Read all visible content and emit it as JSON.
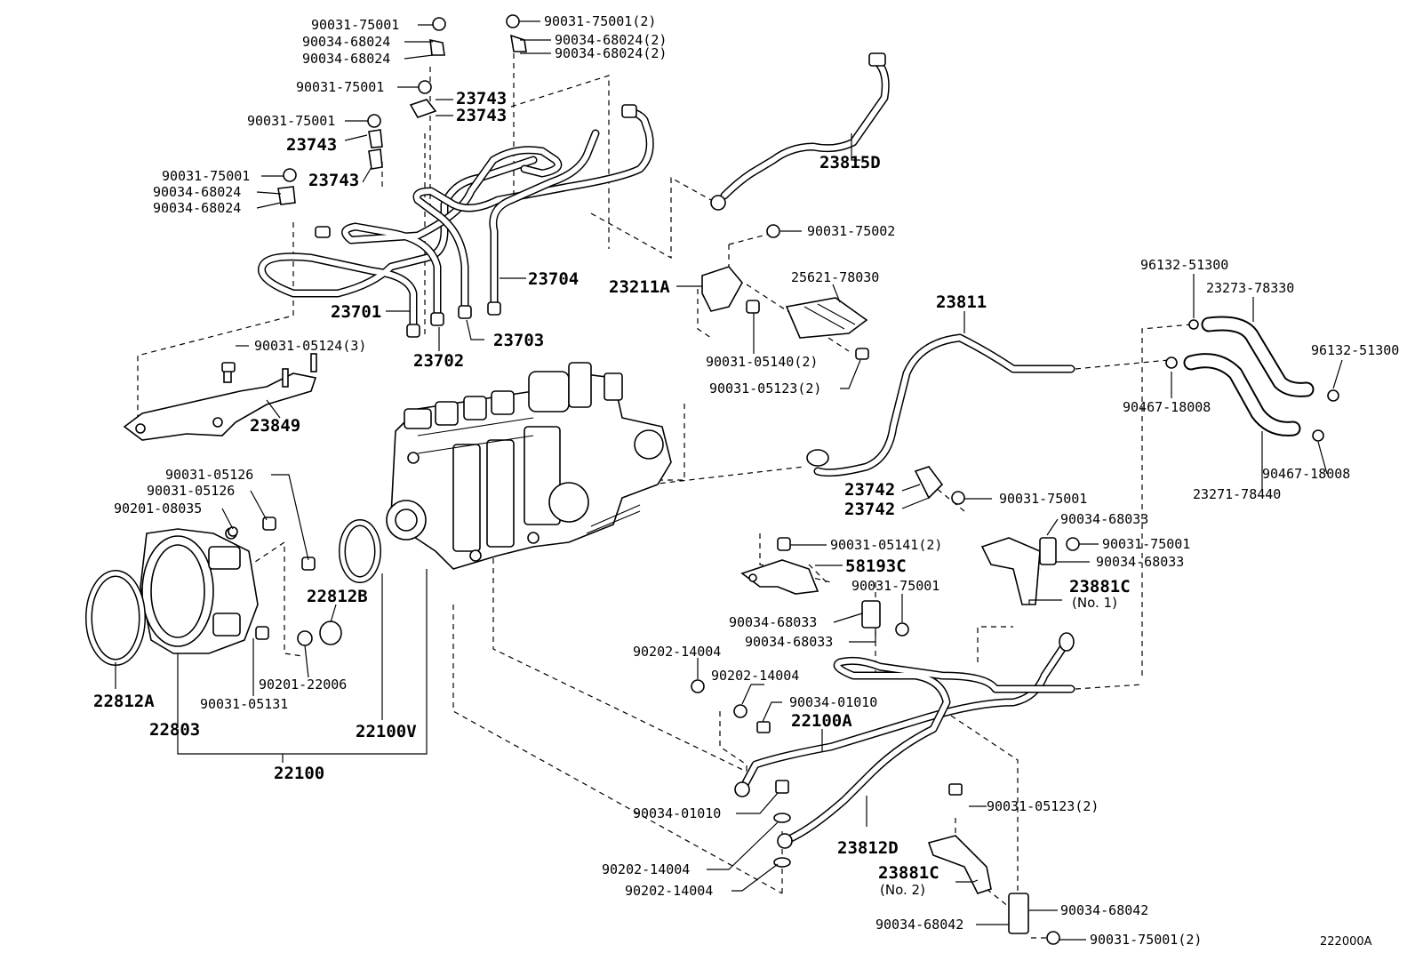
{
  "footer_code": "222000A",
  "labels": {
    "l01": "90031-75001",
    "l02": "90034-68024",
    "l03": "90034-68024",
    "l04": "90031-75001(2)",
    "l05": "90034-68024(2)",
    "l06": "90034-68024(2)",
    "l07": "90031-75001",
    "l08": "23743",
    "l09": "23743",
    "l10": "90031-75001",
    "l11": "23743",
    "l12": "90031-75001",
    "l13": "23743",
    "l14": "90034-68024",
    "l15": "90034-68024",
    "l16": "23815D",
    "l17": "90031-75002",
    "l18": "23704",
    "l19": "23211A",
    "l20": "25621-78030",
    "l21": "23701",
    "l22": "23702",
    "l23": "23703",
    "l24": "90031-05124(3)",
    "l25": "23811",
    "l26": "96132-51300",
    "l27": "23273-78330",
    "l28": "96132-51300",
    "l29": "90031-05140(2)",
    "l30": "90031-05123(2)",
    "l31": "90467-18008",
    "l32": "23849",
    "l33": "90031-05126",
    "l34": "90031-05126",
    "l35": "90201-08035",
    "l36": "23742",
    "l37": "23742",
    "l38": "90031-75001",
    "l39": "90467-18008",
    "l40": "23271-78440",
    "l41": "90034-68033",
    "l42": "90031-75001",
    "l43": "90034-68033",
    "l44": "90031-05141(2)",
    "l45": "58193C",
    "l46": "22812B",
    "l47": "90031-75001",
    "l48": "23881C",
    "l49": "(No. 1)",
    "l50": "90034-68033",
    "l51": "90034-68033",
    "l52": "90202-14004",
    "l53": "90202-14004",
    "l54": "90201-22006",
    "l55": "90034-01010",
    "l56": "22812A",
    "l57": "90031-05131",
    "l58": "22100A",
    "l59": "22803",
    "l60": "22100V",
    "l61": "22100",
    "l62": "90034-01010",
    "l63": "90031-05123(2)",
    "l64": "90202-14004",
    "l65": "23812D",
    "l66": "23881C",
    "l67": "(No. 2)",
    "l68": "90202-14004",
    "l69": "90034-68042",
    "l70": "90034-68042",
    "l71": "90031-75001(2)"
  }
}
